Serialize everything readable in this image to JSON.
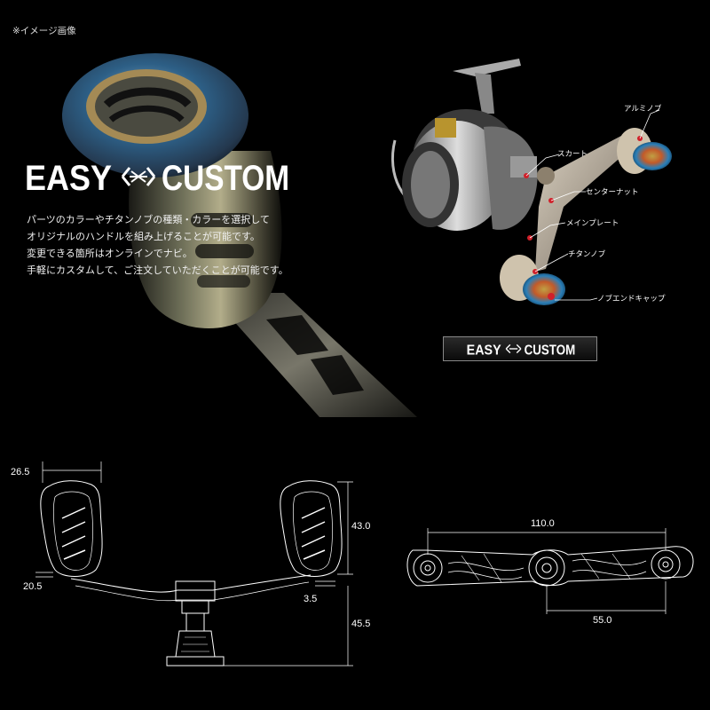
{
  "notice": "※イメージ画像",
  "logo": {
    "left": "EASY",
    "right": "CUSTOM"
  },
  "description": [
    "パーツのカラーやチタンノブの種類・カラーを選択して",
    "オリジナルのハンドルを組み上げることが可能です。",
    "変更できる箇所はオンラインでナビ。",
    "手軽にカスタムして、ご注文していただくことが可能です。"
  ],
  "parts": {
    "aluminum_knob": "アルミノブ",
    "skirt": "スカート",
    "center_nut": "センターナット",
    "main_plate": "メインプレート",
    "titanium_knob": "チタンノブ",
    "knob_end_cap": "ノブエンドキャップ"
  },
  "badge": {
    "left": "EASY",
    "right": "CUSTOM"
  },
  "dimensions": {
    "side": {
      "knob_width": "26.5",
      "knob_height": "43.0",
      "knob_base": "20.5",
      "offset": "3.5",
      "stem_height": "45.5"
    },
    "top": {
      "total_length": "110.0",
      "center_to_knob": "55.0"
    }
  },
  "colors": {
    "background": "#000000",
    "accent_red": "#d0202a",
    "titanium_blue": "#2a7fb8",
    "lines": "#ffffff"
  }
}
